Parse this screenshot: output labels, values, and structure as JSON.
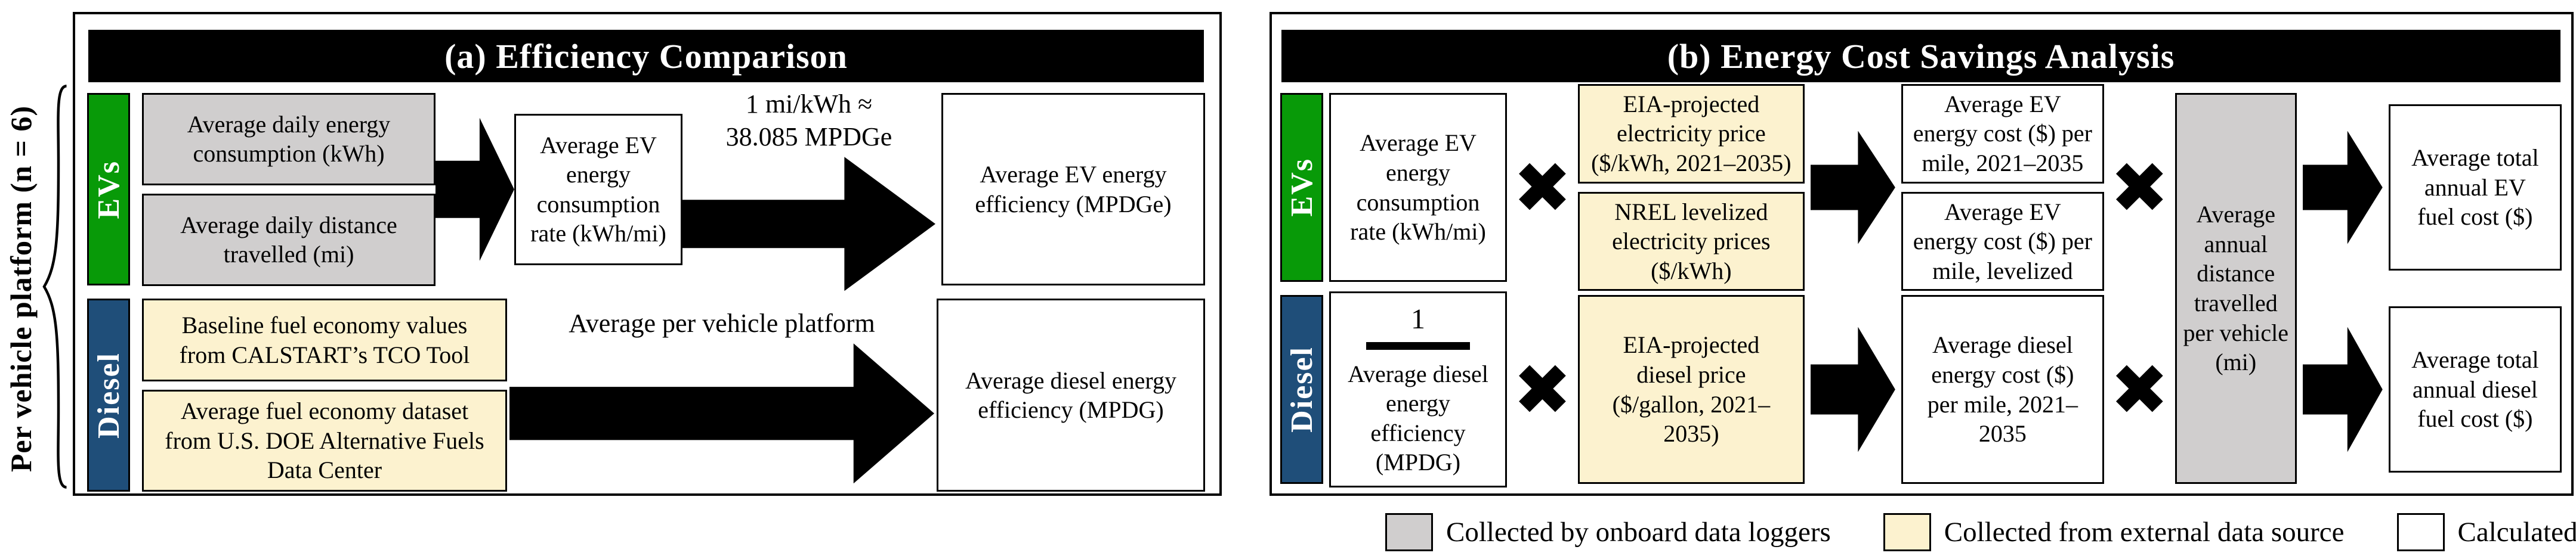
{
  "annotation": {
    "bracket_label": "Per vehicle platform (n = 6)"
  },
  "symbols": {
    "multiply": "✖"
  },
  "panel_a": {
    "title": "(a) Efficiency Comparison",
    "ev_label": "EVs",
    "diesel_label": "Diesel",
    "ev_input_1": "Average daily energy consumption (kWh)",
    "ev_input_2": "Average daily distance travelled (mi)",
    "ev_intermediate": "Average EV energy consumption rate (kWh/mi)",
    "conversion_note_line1": "1 mi/kWh ≈",
    "conversion_note_line2": "38.085 MPDGe",
    "ev_output": "Average EV energy efficiency (MPDGe)",
    "diesel_input_1": "Baseline fuel economy values from CALSTART’s TCO Tool",
    "diesel_input_2": "Average fuel economy dataset from U.S. DOE Alternative Fuels Data Center",
    "diesel_arrow_label": "Average per vehicle platform",
    "diesel_output": "Average diesel energy efficiency (MPDG)"
  },
  "panel_b": {
    "title": "(b) Energy Cost Savings Analysis",
    "ev_label": "EVs",
    "diesel_label": "Diesel",
    "ev_rate": "Average EV energy consumption rate (kWh/mi)",
    "ev_price_1": "EIA-projected electricity price ($/kWh, 2021–2035)",
    "ev_price_2": "NREL levelized electricity prices ($/kWh)",
    "ev_cost_1": "Average EV energy cost ($) per mile, 2021–2035",
    "ev_cost_2": "Average EV energy cost ($) per mile, levelized",
    "diesel_fraction_numerator": "1",
    "diesel_fraction_denominator": "Average diesel energy efficiency (MPDG)",
    "diesel_price": "EIA-projected diesel price ($/gallon, 2021–2035)",
    "diesel_cost": "Average diesel energy cost ($) per mile, 2021–2035",
    "distance_box": "Average annual distance travelled per vehicle (mi)",
    "ev_total": "Average total annual EV fuel cost ($)",
    "diesel_total": "Average total annual diesel fuel cost ($)"
  },
  "legend": {
    "onboard": "Collected by onboard data loggers",
    "external": "Collected from external data source",
    "calculated": "Calculated"
  },
  "colors": {
    "ev_green": "#089A08",
    "diesel_blue": "#1F4E79",
    "onboard_gray": "#D0CECE",
    "external_yellow": "#FCF2CF",
    "calculated_white": "#FFFFFF",
    "title_bar_black": "#000000"
  }
}
